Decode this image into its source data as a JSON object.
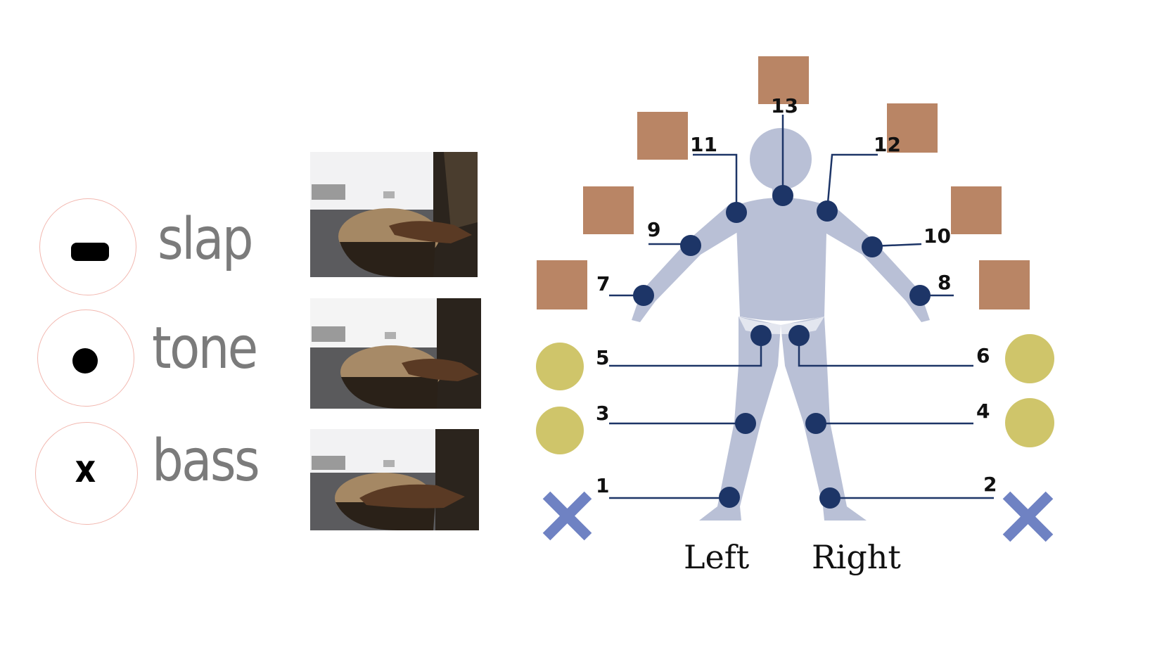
{
  "legend": [
    {
      "label": "slap",
      "symbol": "bar"
    },
    {
      "label": "tone",
      "symbol": "dot"
    },
    {
      "label": "bass",
      "symbol": "x",
      "symbol_text": "x"
    }
  ],
  "photos": [
    {
      "depicts": "hand-slap-on-djembe"
    },
    {
      "depicts": "hand-tone-on-djembe"
    },
    {
      "depicts": "hand-bass-on-djembe"
    }
  ],
  "diagram": {
    "side_labels": {
      "left": "Left",
      "right": "Right"
    },
    "joints": [
      {
        "id": "1",
        "name": "left-ankle"
      },
      {
        "id": "2",
        "name": "right-ankle"
      },
      {
        "id": "3",
        "name": "left-knee"
      },
      {
        "id": "4",
        "name": "right-knee"
      },
      {
        "id": "5",
        "name": "left-hip"
      },
      {
        "id": "6",
        "name": "right-hip"
      },
      {
        "id": "7",
        "name": "left-wrist"
      },
      {
        "id": "8",
        "name": "right-wrist"
      },
      {
        "id": "9",
        "name": "left-elbow"
      },
      {
        "id": "10",
        "name": "right-elbow"
      },
      {
        "id": "11",
        "name": "left-shoulder"
      },
      {
        "id": "12",
        "name": "right-shoulder"
      },
      {
        "id": "13",
        "name": "neck"
      }
    ],
    "markers": {
      "slap": "square",
      "tone": "circle",
      "bass": "x"
    }
  },
  "colors": {
    "figure": "#b9c0d6",
    "joint": "#1d3567",
    "slap_marker": "#b98565",
    "tone_marker": "#cfc56a",
    "bass_marker": "#6f82c3",
    "legend_text": "#7b7b7b",
    "legend_circle": "#f2b8b0"
  }
}
